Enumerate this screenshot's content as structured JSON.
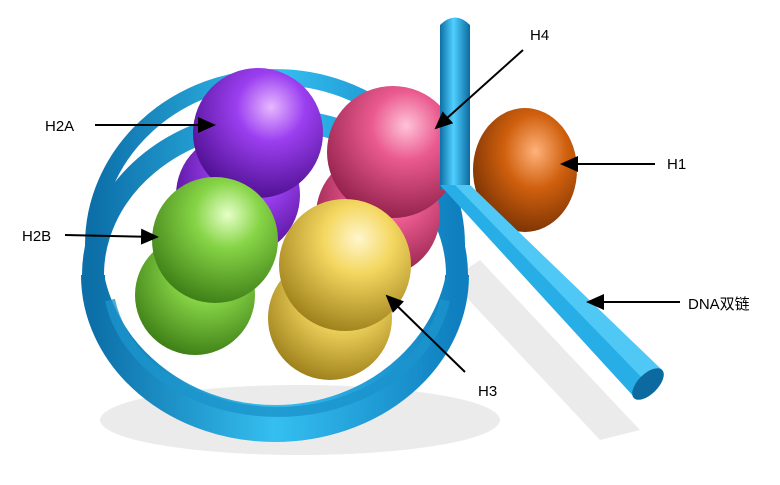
{
  "title": "Nucleosome structure",
  "labels": {
    "h2a": "H2A",
    "h2b": "H2B",
    "h3": "H3",
    "h4": "H4",
    "h1": "H1",
    "dna": "DNA双链"
  },
  "colors": {
    "dna": "#1fa3d8",
    "h2a": "#8a2be2",
    "h2b": "#7ccd3c",
    "h3": "#f2d35a",
    "h4": "#e8548a",
    "h1": "#c8560a"
  }
}
